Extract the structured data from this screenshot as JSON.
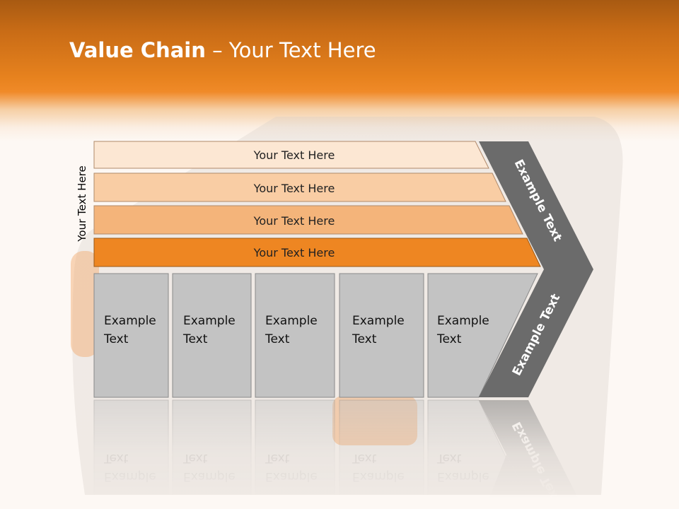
{
  "title": {
    "bold": "Value Chain",
    "rest": " – Your Text Here"
  },
  "side_label": "Your Text Here",
  "bars": [
    {
      "label": "Your Text Here",
      "color": "#fce7d3"
    },
    {
      "label": "Your Text Here",
      "color": "#f9cda4"
    },
    {
      "label": "Your Text Here",
      "color": "#f4b47a"
    },
    {
      "label": "Your Text Here",
      "color": "#ee8622"
    }
  ],
  "cells": [
    {
      "line1": "Example",
      "line2": "Text"
    },
    {
      "line1": "Example",
      "line2": "Text"
    },
    {
      "line1": "Example",
      "line2": "Text"
    },
    {
      "line1": "Example",
      "line2": "Text"
    },
    {
      "line1": "Example",
      "line2": "Text"
    }
  ],
  "arrow": {
    "upper": "Example Text",
    "lower": "Example Text",
    "color": "#6b6b6b"
  },
  "colors": {
    "cell_fill": "#c3c3c3",
    "cell_border": "#8a8a8a"
  }
}
